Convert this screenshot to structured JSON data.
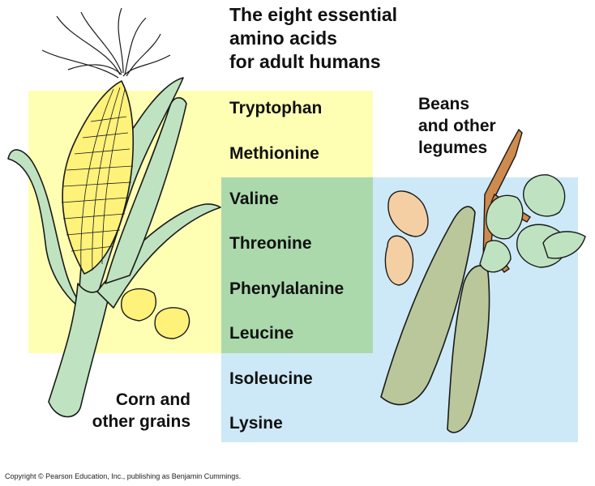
{
  "title": {
    "line1": "The eight essential",
    "line2": "amino acids",
    "line3": "for adult humans"
  },
  "amino_acids": [
    {
      "name": "Tryptophan",
      "source": "corn"
    },
    {
      "name": "Methionine",
      "source": "corn"
    },
    {
      "name": "Valine",
      "source": "both"
    },
    {
      "name": "Threonine",
      "source": "both"
    },
    {
      "name": "Phenylalanine",
      "source": "both"
    },
    {
      "name": "Leucine",
      "source": "both"
    },
    {
      "name": "Isoleucine",
      "source": "beans"
    },
    {
      "name": "Lysine",
      "source": "beans"
    }
  ],
  "beans_label": {
    "line1": "Beans",
    "line2": "and other",
    "line3": "legumes"
  },
  "corn_label": {
    "line1": "Corn and",
    "line2": "other grains"
  },
  "copyright": "Copyright © Pearson Education, Inc., publishing as Benjamin Cummings.",
  "colors": {
    "corn_region": "#ffffb4",
    "beans_region": "#cde9f7",
    "overlap_region": "#abd9ac",
    "husk": "#bfe3c0",
    "kernel": "#fff27a",
    "bean_seed": "#f3cfa3",
    "pod": "#b9c79b",
    "stem": "#cf8a4e"
  },
  "icons": [
    "corn-ear-icon",
    "corn-kernel-icon",
    "bean-seed-icon",
    "bean-pod-icon",
    "bean-leaf-icon"
  ]
}
